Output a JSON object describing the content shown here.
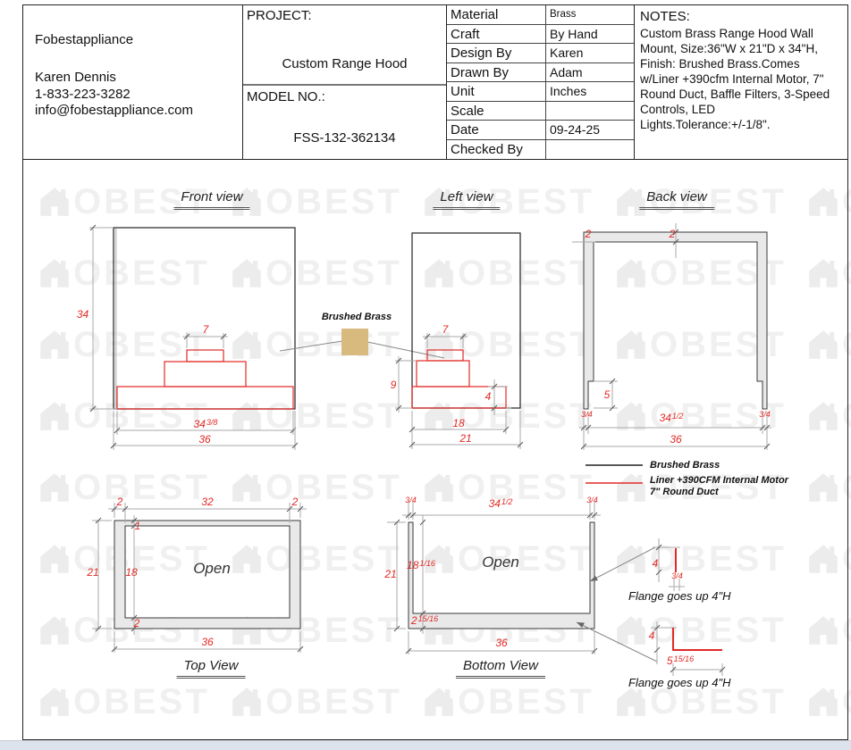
{
  "title_block": {
    "company": "Fobestappliance",
    "contact_name": "Karen Dennis",
    "phone": "1-833-223-3282",
    "email": "info@fobestappliance.com",
    "project_label": "PROJECT:",
    "project_name": "Custom Range Hood",
    "model_label": "MODEL NO.:",
    "model_no": "FSS-132-362134",
    "fields": [
      {
        "label": "Material",
        "value": "Brass"
      },
      {
        "label": "Craft",
        "value": "By Hand"
      },
      {
        "label": "Design By",
        "value": "Karen"
      },
      {
        "label": "Drawn By",
        "value": "Adam"
      },
      {
        "label": "Unit",
        "value": "Inches"
      },
      {
        "label": "Scale",
        "value": ""
      },
      {
        "label": "Date",
        "value": "09-24-25"
      },
      {
        "label": "Checked By",
        "value": ""
      }
    ],
    "notes_label": "NOTES:",
    "notes": "Custom Brass Range Hood Wall Mount, Size:36\"W x 21\"D x 34\"H, Finish: Brushed Brass.Comes w/Liner +390cfm Internal Motor, 7\" Round Duct, Baffle Filters, 3-Speed Controls, LED Lights.Tolerance:+/-1/8\"."
  },
  "watermark": {
    "text": "OBEST"
  },
  "colors": {
    "dim_red": "#e12a26",
    "brass": "#d9ba7e",
    "panel_gray": "#e9e9e9"
  },
  "callout": {
    "label": "Brushed Brass"
  },
  "legend": {
    "line1_label": "Brushed Brass",
    "line2_label1": "Liner +390CFM Internal Motor",
    "line2_label2": "7\" Round Duct"
  },
  "views": {
    "front": {
      "title": "Front view",
      "dim_height": {
        "w": "34"
      },
      "dim_duct": {
        "w": "7"
      },
      "dim_inner_width": {
        "w": "34",
        "f": "3/8"
      },
      "dim_width": {
        "w": "36"
      }
    },
    "left": {
      "title": "Left view",
      "dim_duct": {
        "w": "7"
      },
      "dim_liner_height": {
        "w": "9"
      },
      "dim_lip": {
        "w": "4"
      },
      "dim_inner_depth": {
        "w": "18"
      },
      "dim_depth": {
        "w": "21"
      }
    },
    "back": {
      "title": "Back view",
      "dim_wall": {
        "w": "2"
      },
      "dim_topbar": {
        "w": "2"
      },
      "dim_notch": {
        "w": "5"
      },
      "dim_flange_left": {
        "f": "3/4"
      },
      "dim_inner_width": {
        "w": "34",
        "f": "1/2"
      },
      "dim_flange_right": {
        "f": "3/4"
      },
      "dim_width": {
        "w": "36"
      }
    },
    "top": {
      "title": "Top View",
      "open_label": "Open",
      "dim_wall_left": {
        "w": "2"
      },
      "dim_inner_width": {
        "w": "32"
      },
      "dim_wall_right": {
        "w": "2"
      },
      "dim_depth": {
        "w": "21"
      },
      "dim_front_strip": {
        "w": "1"
      },
      "dim_inner_depth": {
        "w": "18"
      },
      "dim_back_strip": {
        "w": "2"
      },
      "dim_width": {
        "w": "36"
      }
    },
    "bottom": {
      "title": "Bottom View",
      "open_label": "Open",
      "dim_flange_left": {
        "f": "3/4"
      },
      "dim_inner_width": {
        "w": "34",
        "f": "1/2"
      },
      "dim_flange_right": {
        "f": "3/4"
      },
      "dim_depth": {
        "w": "21"
      },
      "dim_inner_depth": {
        "w": "18",
        "f": "1/16"
      },
      "dim_back_strip": {
        "w": "2",
        "f": "15/16"
      },
      "dim_width": {
        "w": "36"
      }
    }
  },
  "details": {
    "d1": {
      "dim_height": {
        "w": "4"
      },
      "dim_width": {
        "f": "3/4"
      },
      "caption": "Flange goes up 4\"H"
    },
    "d2": {
      "dim_height": {
        "w": "4"
      },
      "dim_width": {
        "w": "5",
        "f": "15/16"
      },
      "caption": "Flange goes up 4\"H"
    }
  }
}
